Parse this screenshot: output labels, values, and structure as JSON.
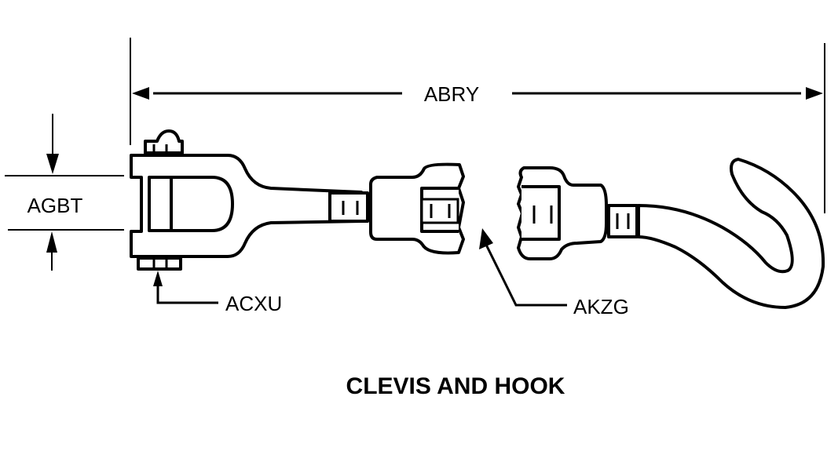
{
  "diagram": {
    "title": "CLEVIS AND HOOK",
    "dimensions": {
      "overall_length": "ABRY",
      "clevis_opening_width": "AGBT"
    },
    "callouts": {
      "clevis_pin": "ACXU",
      "coupling_gap": "AKZG"
    },
    "parts": [
      "clevis",
      "clevis-pin",
      "clevis-shank-connector",
      "hook-connector",
      "hook"
    ],
    "colors": {
      "line": "#000000",
      "background": "#ffffff"
    }
  }
}
